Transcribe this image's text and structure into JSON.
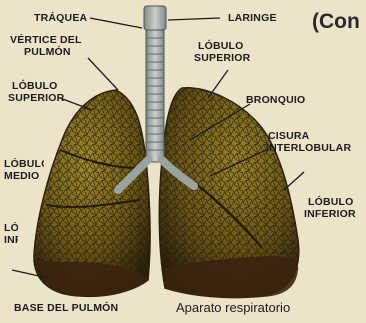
{
  "heading": "(Con",
  "caption": "Aparato respiratorio",
  "labels": {
    "traquea": "TRÁQUEA",
    "laringe": "LARINGE",
    "vertice": [
      "VÉRTICE DEL",
      "PULMÓN"
    ],
    "lobulo_superior_left": [
      "LÓBULO",
      "SUPERIOR"
    ],
    "lobulo_superior_right": [
      "LÓBULO",
      "SUPERIOR"
    ],
    "bronquio": "BRONQUIO",
    "cisura": [
      "CISURA",
      "INTERLOBULAR"
    ],
    "lobulo_medio": [
      "LÓBULO",
      "MEDIO"
    ],
    "lobulo_inferior_left": [
      "LÓBULO",
      "INFERIOR"
    ],
    "lobulo_inferior_right": [
      "LÓBULO",
      "INFERIOR"
    ],
    "base": "BASE DEL PULMÓN"
  },
  "colors": {
    "background": "#ece3c8",
    "lung_fill": "#6e5a16",
    "lung_highlight": "#a08a2a",
    "lung_shadow": "#2f220c",
    "lung_base": "#3a2410",
    "trachea": "#a9b3ad",
    "leader_line": "#1c1c1c"
  }
}
